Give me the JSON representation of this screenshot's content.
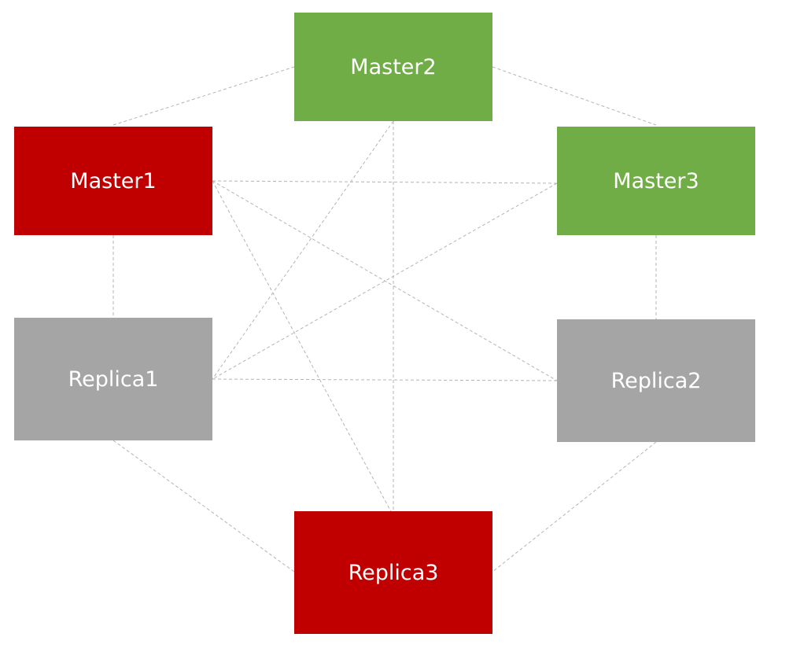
{
  "colors": {
    "red": "#c00000",
    "green": "#70ad47",
    "gray": "#a5a5a5",
    "link": "#b4b4b4"
  },
  "nodes": {
    "master1": {
      "label": "Master1",
      "color": "red"
    },
    "master2": {
      "label": "Master2",
      "color": "green"
    },
    "master3": {
      "label": "Master3",
      "color": "green"
    },
    "replica1": {
      "label": "Replica1",
      "color": "gray"
    },
    "replica2": {
      "label": "Replica2",
      "color": "gray"
    },
    "replica3": {
      "label": "Replica3",
      "color": "red"
    }
  },
  "links": [
    [
      "master1",
      "master2"
    ],
    [
      "master2",
      "master3"
    ],
    [
      "master1",
      "replica1"
    ],
    [
      "master3",
      "replica2"
    ],
    [
      "replica1",
      "replica3"
    ],
    [
      "replica2",
      "replica3"
    ],
    [
      "master1",
      "master3"
    ],
    [
      "master1",
      "replica2"
    ],
    [
      "master1",
      "replica3"
    ],
    [
      "master2",
      "replica1"
    ],
    [
      "master2",
      "replica3"
    ],
    [
      "master3",
      "replica1"
    ],
    [
      "replica1",
      "replica2"
    ]
  ]
}
